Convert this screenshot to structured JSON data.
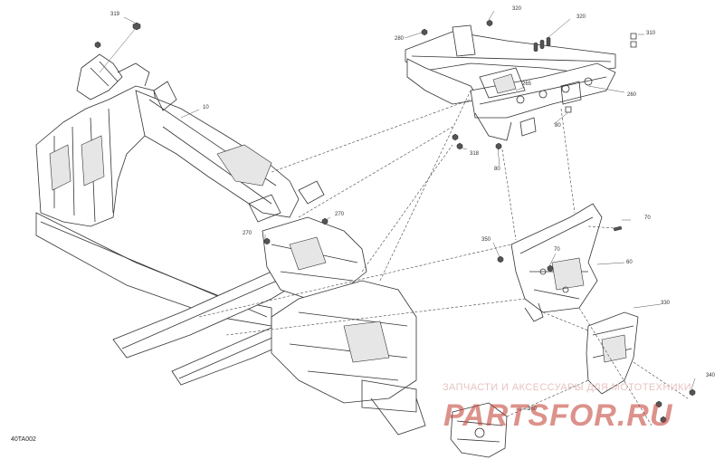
{
  "diagram": {
    "id_label": "40TA002",
    "callouts": [
      {
        "key": "c319",
        "text": "319"
      },
      {
        "key": "c10",
        "text": "10"
      },
      {
        "key": "c270a",
        "text": "270"
      },
      {
        "key": "c270b",
        "text": "270"
      },
      {
        "key": "c280",
        "text": "280"
      },
      {
        "key": "c320a",
        "text": "320"
      },
      {
        "key": "c320b",
        "text": "320"
      },
      {
        "key": "c310",
        "text": "310"
      },
      {
        "key": "c260",
        "text": "260"
      },
      {
        "key": "c265",
        "text": "265"
      },
      {
        "key": "c80a",
        "text": "80"
      },
      {
        "key": "c80b",
        "text": "80"
      },
      {
        "key": "c318",
        "text": "318"
      },
      {
        "key": "c70a",
        "text": "70"
      },
      {
        "key": "c70b",
        "text": "70"
      },
      {
        "key": "c350",
        "text": "350"
      },
      {
        "key": "c60",
        "text": "60"
      },
      {
        "key": "c330",
        "text": "330"
      },
      {
        "key": "c340",
        "text": "340"
      },
      {
        "key": "c360",
        "text": "360"
      }
    ]
  },
  "watermark": {
    "tagline": "ЗАПЧАСТИ И АКСЕССУАРЫ ДЛЯ МОТОТЕХНИКИ",
    "logo_text": "PARTSFOR.RU",
    "color": "#c0392b"
  }
}
